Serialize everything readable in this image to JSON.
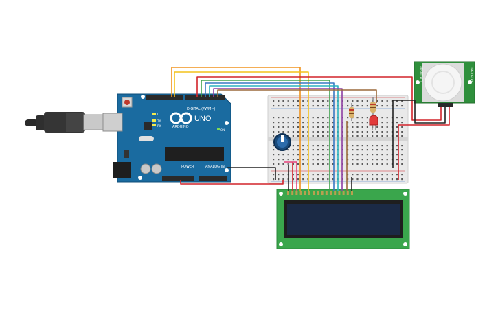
{
  "arduino": {
    "digital_label": "DIGITAL (PWM~)",
    "brand_label": "ARDUINO",
    "model_label": "UNO",
    "power_label": "POWER",
    "analog_label": "ANALOG IN",
    "tx_label": "TX",
    "rx_label": "RX",
    "l_label": "L",
    "on_label": "ON"
  },
  "pir": {
    "side_label_left": "SENSITIVITY",
    "side_label_right": "TIME DELAY"
  },
  "colors": {
    "board_blue": "#1a6ba0",
    "lcd_green": "#3aa64c",
    "lcd_screen": "#1b2a45",
    "pir_green": "#2f8f3c",
    "breadboard": "#e9e9e9",
    "wire_red": "#d2232a",
    "wire_black": "#222222",
    "wire_orange": "#f0931e",
    "wire_yellow": "#f3c21b",
    "wire_green": "#3fa34d",
    "wire_blue": "#3a78c3",
    "wire_cyan": "#2bb3c0",
    "wire_purple": "#8e3fa3",
    "wire_brown": "#9b6a3b",
    "wire_pink": "#e6427a"
  }
}
